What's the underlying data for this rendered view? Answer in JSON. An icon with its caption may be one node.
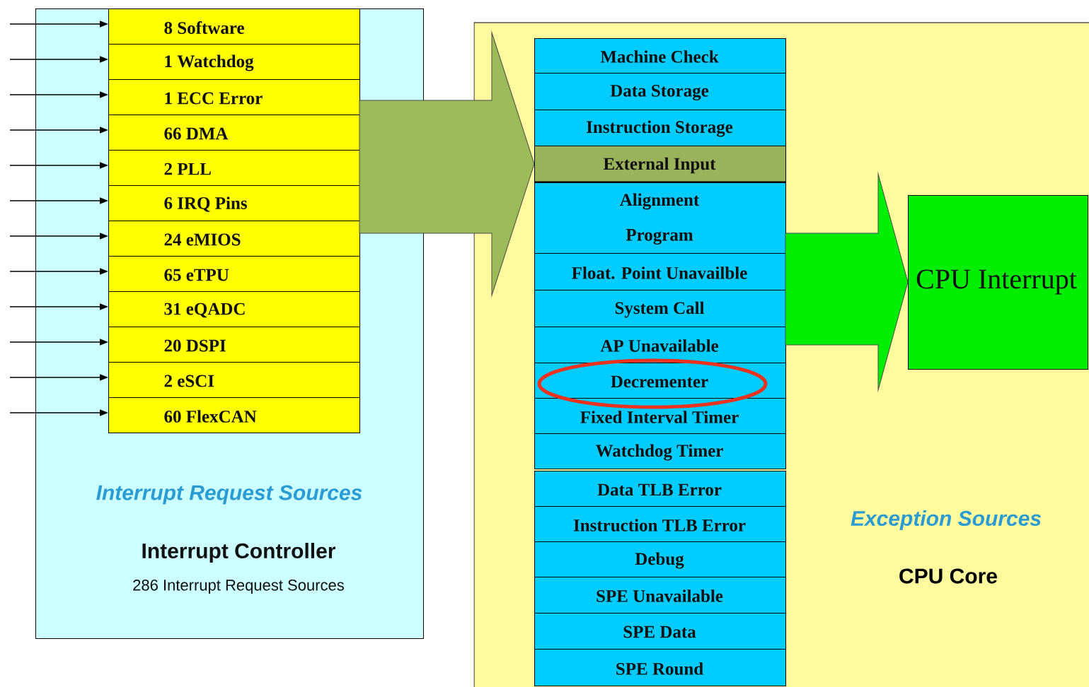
{
  "diagram": {
    "nodes": [
      {
        "text": [
          "Interrupt Request Sources",
          "Interrupt Controller",
          "286 Interrupt Request Sources"
        ]
      },
      {
        "text": [
          "8 Software"
        ],
        "in": 0
      },
      {
        "text": [
          "1 Watchdog"
        ],
        "in": 0
      },
      {
        "text": [
          "1 ECC Error"
        ],
        "in": 0
      },
      {
        "text": [
          "66 DMA"
        ],
        "in": 0
      },
      {
        "text": [
          "2 PLL"
        ],
        "in": 0
      },
      {
        "text": [
          "6 IRQ Pins"
        ],
        "in": 0
      },
      {
        "text": [
          "24 eMIOS"
        ],
        "in": 0
      },
      {
        "text": [
          "65 eTPU"
        ],
        "in": 0
      },
      {
        "text": [
          "31 eQADC"
        ],
        "in": 0
      },
      {
        "text": [
          "20 DSPI"
        ],
        "in": 0
      },
      {
        "text": [
          "2 eSCI"
        ],
        "in": 0
      },
      {
        "text": [
          "60 FlexCAN"
        ],
        "in": 0
      },
      {
        "text": [
          "Exception Sources",
          "CPU Core"
        ]
      },
      {
        "text": [
          "Machine Check"
        ],
        "in": 13
      },
      {
        "text": [
          "Data Storage"
        ],
        "in": 13
      },
      {
        "text": [
          "Instruction Storage"
        ],
        "in": 13
      },
      {
        "text": [
          "External Input"
        ],
        "in": 13
      },
      {
        "text": [
          "Alignment",
          "Program"
        ],
        "in": 13
      },
      {
        "text": [
          "Float. Point Unavailble"
        ],
        "in": 13
      },
      {
        "text": [
          "System Call"
        ],
        "in": 13
      },
      {
        "text": [
          "AP Unavailable"
        ],
        "in": 13
      },
      {
        "text": [
          "Decrementer"
        ],
        "in": 13
      },
      {
        "text": [
          "Fixed Interval Timer"
        ],
        "in": 13
      },
      {
        "text": [
          "Watchdog Timer"
        ],
        "in": 13
      },
      {
        "text": [
          "Data TLB Error"
        ],
        "in": 13
      },
      {
        "text": [
          "Instruction TLB Error"
        ],
        "in": 13
      },
      {
        "text": [
          "Debug"
        ],
        "in": 13
      },
      {
        "text": [
          "SPE Unavailable"
        ],
        "in": 13
      },
      {
        "text": [
          "SPE Data"
        ],
        "in": 13
      },
      {
        "text": [
          "SPE Round"
        ],
        "in": 13
      },
      {
        "text": [
          "CPU Interrupt"
        ],
        "in": 13
      }
    ],
    "edges": [
      {
        "from": null,
        "to": 1,
        "arrow": "to"
      },
      {
        "from": null,
        "to": 2,
        "arrow": "to"
      },
      {
        "from": null,
        "to": 3,
        "arrow": "to"
      },
      {
        "from": null,
        "to": 4,
        "arrow": "to"
      },
      {
        "from": null,
        "to": 5,
        "arrow": "to"
      },
      {
        "from": null,
        "to": 6,
        "arrow": "to"
      },
      {
        "from": null,
        "to": 7,
        "arrow": "to"
      },
      {
        "from": null,
        "to": 8,
        "arrow": "to"
      },
      {
        "from": null,
        "to": 9,
        "arrow": "to"
      },
      {
        "from": null,
        "to": 10,
        "arrow": "to"
      },
      {
        "from": null,
        "to": 11,
        "arrow": "to"
      },
      {
        "from": null,
        "to": 12,
        "arrow": "to"
      },
      {
        "from": 0,
        "to": 17,
        "arrow": "to",
        "style": "thick",
        "color": "#9bbb59"
      },
      {
        "from": 13,
        "to": 31,
        "arrow": "to",
        "style": "thick",
        "color": "#00ee00"
      }
    ]
  }
}
